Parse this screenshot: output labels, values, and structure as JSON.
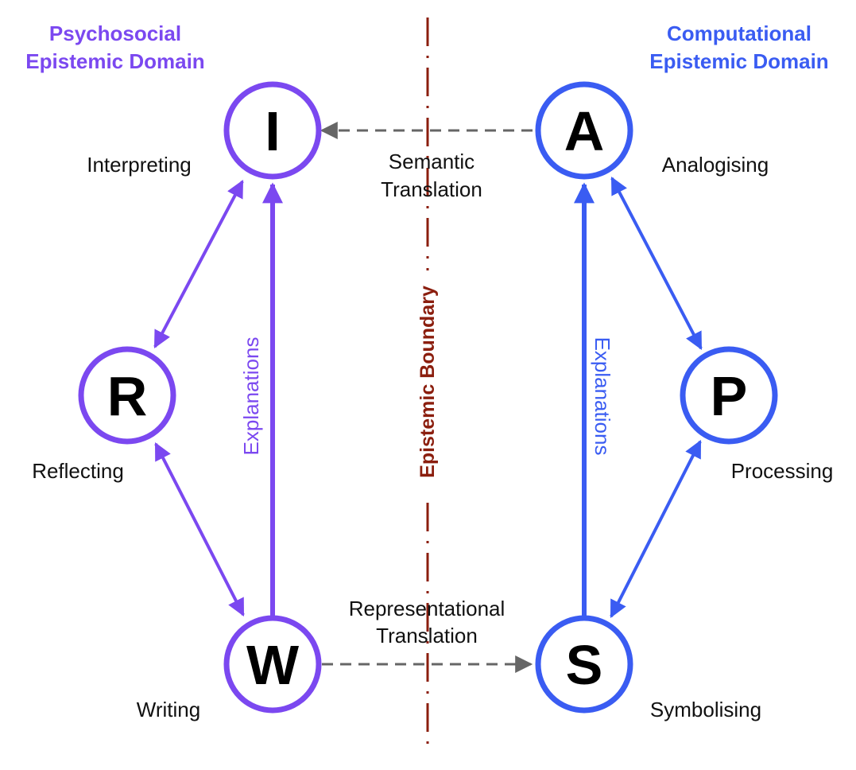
{
  "colors": {
    "psychosocial": "#7B48F0",
    "computational": "#3A5CF2",
    "boundary": "#8B1E0E",
    "translation_arrow": "#666666"
  },
  "domains": {
    "left": {
      "title_line1": "Psychosocial",
      "title_line2": "Epistemic Domain"
    },
    "right": {
      "title_line1": "Computational",
      "title_line2": "Epistemic Domain"
    }
  },
  "boundary_label": "Epistemic Boundary",
  "nodes": {
    "I": {
      "letter": "I",
      "label": "Interpreting"
    },
    "R": {
      "letter": "R",
      "label": "Reflecting"
    },
    "W": {
      "letter": "W",
      "label": "Writing"
    },
    "A": {
      "letter": "A",
      "label": "Analogising"
    },
    "P": {
      "letter": "P",
      "label": "Processing"
    },
    "S": {
      "letter": "S",
      "label": "Symbolising"
    }
  },
  "translations": {
    "semantic": {
      "line1": "Semantic",
      "line2": "Translation"
    },
    "representational": {
      "line1": "Representational",
      "line2": "Translation"
    }
  },
  "explanations": {
    "left": "Explanations",
    "right": "Explanations"
  }
}
